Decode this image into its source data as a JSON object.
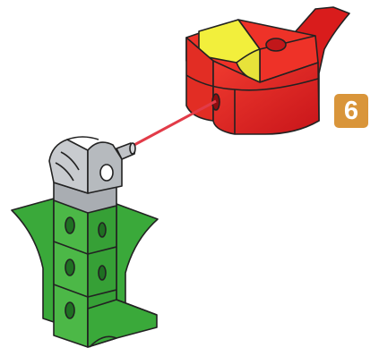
{
  "step": {
    "number": "6"
  },
  "colors": {
    "badge": "#d9953a",
    "red_block": "#e21f1f",
    "yellow_face": "#f2ef3c",
    "green_block": "#3fae3f",
    "gray_clip": "#b8bbbf",
    "connector_line": "#e23b48",
    "outline": "#222222"
  },
  "parts": [
    {
      "name": "red-block",
      "icon": "red-building-block"
    },
    {
      "name": "gray-clip",
      "icon": "gray-hinge-clip-with-pin"
    },
    {
      "name": "green-block",
      "icon": "green-building-block-stack"
    }
  ]
}
